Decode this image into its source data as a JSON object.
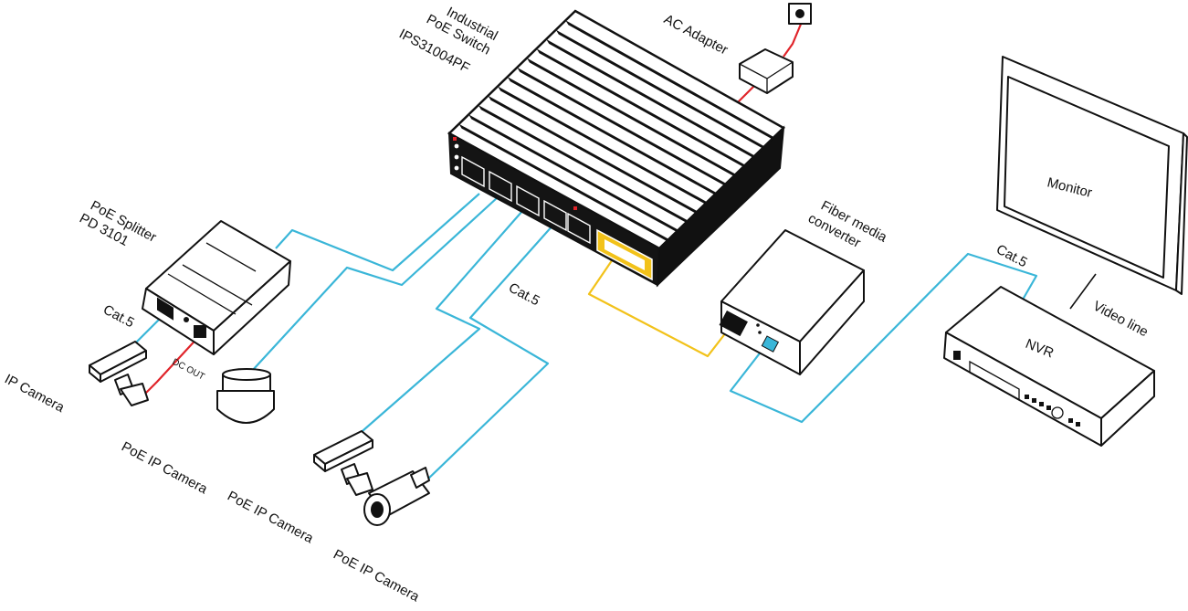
{
  "colors": {
    "ethernet_cable": "#3ab6d8",
    "fiber_cable": "#f2c21a",
    "power_cable": "#e0242a",
    "outline": "#111111"
  },
  "devices": {
    "switch": {
      "line1": "Industrial",
      "line2": "PoE Switch",
      "line3": "IPS31004PF"
    },
    "ac_adapter": "AC Adapter",
    "splitter": {
      "line1": "PoE Splitter",
      "line2": "PD 3101"
    },
    "fiber_converter": {
      "line1": "Fiber media",
      "line2": "converter"
    },
    "monitor": "Monitor",
    "nvr": "NVR"
  },
  "labels": {
    "cat5_left": "Cat.5",
    "cat5_center": "Cat.5",
    "cat5_right": "Cat.5",
    "dc_out": "DC OUT",
    "video_line": "Video line",
    "ip_camera": "IP Camera",
    "poe_cam_1": "PoE IP Camera",
    "poe_cam_2": "PoE IP Camera",
    "poe_cam_3": "PoE IP Camera"
  },
  "icons": [
    "wall-outlet-icon",
    "camera-icon",
    "dome-camera-icon",
    "bullet-camera-icon"
  ]
}
